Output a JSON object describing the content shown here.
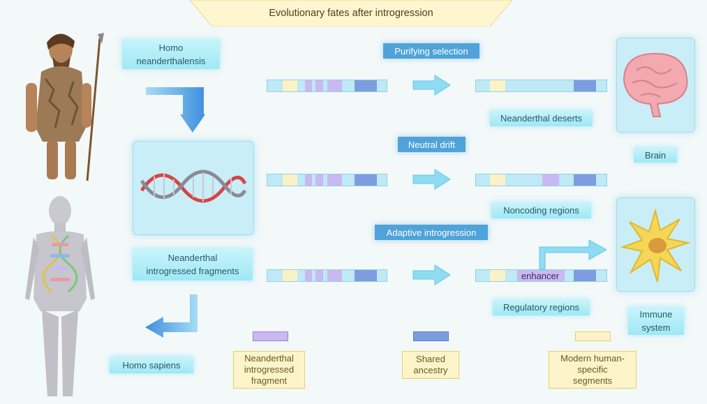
{
  "title": "Evolutionary fates after introgression",
  "labels": {
    "homo_neanderthalensis": "Homo neanderthalensis",
    "neanderthal_fragments": "Neanderthal introgressed fragments",
    "homo_sapiens": "Homo sapiens",
    "purifying_selection": "Purifying selection",
    "neutral_drift": "Neutral drift",
    "adaptive_introgression": "Adaptive introgression",
    "neanderthal_deserts": "Neanderthal deserts",
    "noncoding_regions": "Noncoding regions",
    "regulatory_regions": "Regulatory regions",
    "brain": "Brain",
    "immune_system": "Immune system",
    "enhancer": "enhancer"
  },
  "legend": [
    {
      "label": "Neanderthal introgressed fragment",
      "color": "#c9b8f2"
    },
    {
      "label": "Shared ancestry",
      "color": "#7d9de0"
    },
    {
      "label": "Modern human-specific segments",
      "color": "#fdf1c7"
    }
  ],
  "colors": {
    "neanderthal": "#c9b8f2",
    "shared": "#7d9de0",
    "modern": "#fdf1c7",
    "chromosome": "#bfe9f5",
    "arrow": "#5fc6ec"
  }
}
